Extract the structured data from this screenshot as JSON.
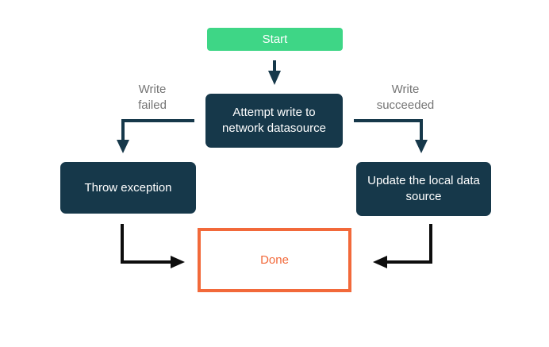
{
  "colors": {
    "background": "#ffffff",
    "start_fill": "#3ed686",
    "process_fill": "#16384a",
    "process_text": "#ffffff",
    "done_border": "#f2693a",
    "done_text": "#f2693a",
    "edge_label_text": "#757575",
    "arrow_primary": "#16384a",
    "arrow_secondary": "#0d0d0d"
  },
  "nodes": {
    "start": {
      "label": "Start"
    },
    "attempt": {
      "lines": [
        "Attempt write to",
        "network datasource"
      ]
    },
    "throw_exception": {
      "label": "Throw exception"
    },
    "update_local": {
      "lines": [
        "Update the local data",
        "source"
      ]
    },
    "done": {
      "label": "Done"
    }
  },
  "edge_labels": {
    "write_failed": {
      "lines": [
        "Write",
        "failed"
      ]
    },
    "write_succeeded": {
      "lines": [
        "Write",
        "succeeded"
      ]
    }
  }
}
